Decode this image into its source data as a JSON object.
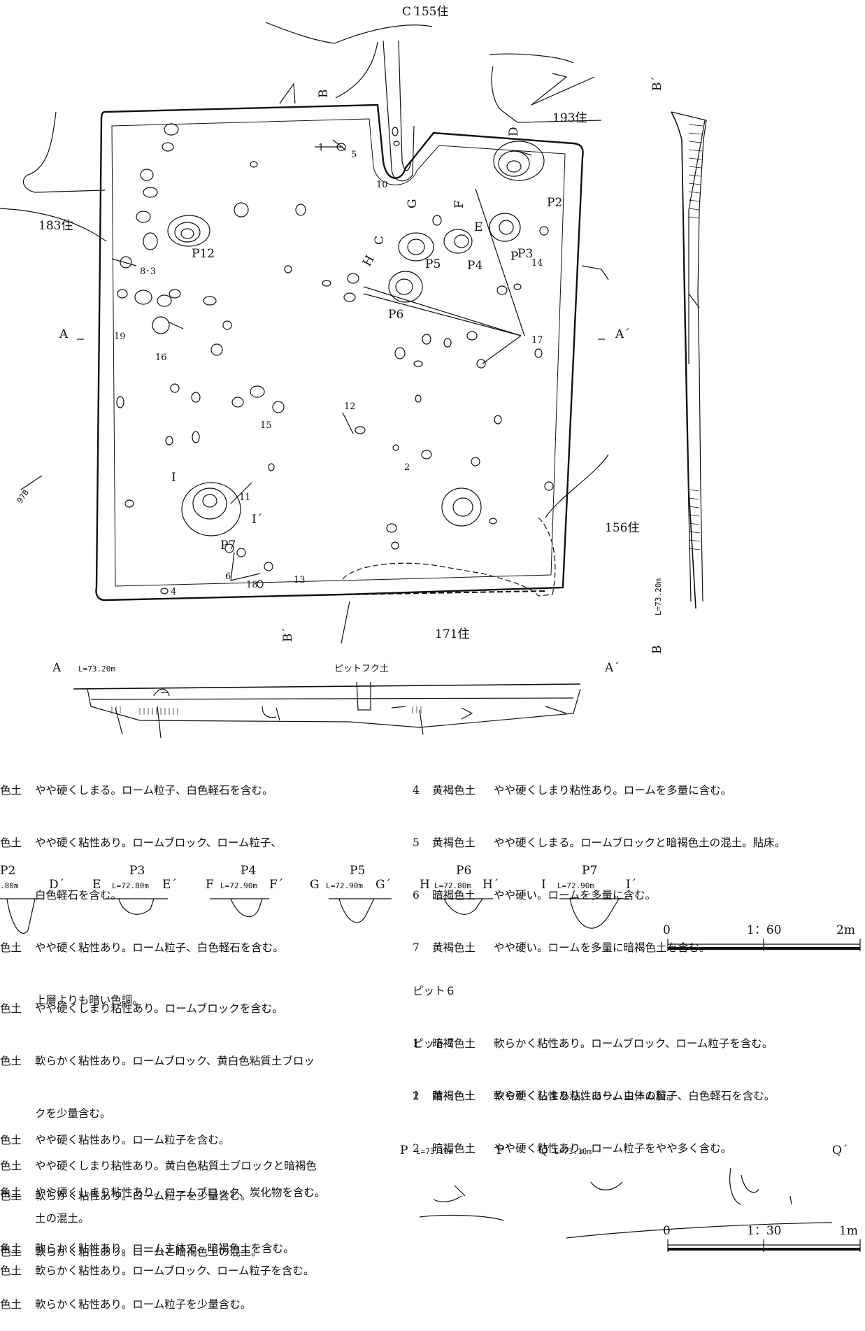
{
  "labels": {
    "c_top": "C´",
    "house_155": "155住",
    "house_193": "193住",
    "house_183": "183住",
    "house_156": "156住",
    "house_171": "171住",
    "sec_a": "A",
    "sec_a2": "A´",
    "sec_b": "B",
    "sec_b2": "B´",
    "sec_b_side": "B´",
    "sec_b_bottom": "B",
    "pit_p2": "P2",
    "pit_p3": "P3",
    "pit_p4": "P4",
    "pit_p5": "P5",
    "pit_p6": "P6",
    "pit_p7": "P7",
    "pit_p12": "P12",
    "l_d": "D",
    "l_e": "E",
    "l_f": "F",
    "l_g": "G",
    "l_h": "H",
    "l_i": "I",
    "l_i2": "I´",
    "l_c": "C",
    "l_p": "P",
    "l_978": "97B",
    "n_1": "1",
    "n_5": "5",
    "n_10": "10",
    "n_8_3": "8･3",
    "n_19": "19",
    "n_16": "16",
    "n_14": "14",
    "n_17": "17",
    "n_12": "12",
    "n_15": "15",
    "n_2": "2",
    "n_11": "11",
    "n_6": "6",
    "n_18": "18",
    "n_13": "13",
    "n_4": "4"
  },
  "section_a": {
    "left": "A",
    "elev": "L=73.20m",
    "title": "ピットフク土",
    "right": "A´"
  },
  "section_b": {
    "elev": "L=73.20m"
  },
  "legend_main_left": [
    {
      "cat": "色土",
      "text": "やや硬くしまる。ローム粒子、白色軽石を含む。"
    },
    {
      "cat": "色土",
      "text": "やや硬く粘性あり。ロームブロック、ローム粒子、"
    },
    {
      "cat": "",
      "text": "白色軽石を含む。"
    },
    {
      "cat": "色土",
      "text": "やや硬く粘性あり。ローム粒子、白色軽石を含む。"
    },
    {
      "cat": "",
      "text": "上層よりも暗い色調。"
    }
  ],
  "legend_main_right": [
    {
      "n": "4",
      "cat": "黄褐色土",
      "text": "やや硬くしまり粘性あり。ロームを多量に含む。"
    },
    {
      "n": "5",
      "cat": "黄褐色土",
      "text": "やや硬くしまる。ロームブロックと暗褐色土の混土。貼床。"
    },
    {
      "n": "6",
      "cat": "暗褐色土",
      "text": "やや硬い。ロームを多量に含む。"
    },
    {
      "n": "7",
      "cat": "黄褐色土",
      "text": "やや硬い。ロームを多量に暗褐色土を含む。"
    }
  ],
  "pit_sections": [
    {
      "name": "P2",
      "left": "",
      "elev": ".80m",
      "right": "D´"
    },
    {
      "name": "P3",
      "left": "E",
      "elev": "L=72.80m",
      "right": "E´"
    },
    {
      "name": "P4",
      "left": "F",
      "elev": "L=72.90m",
      "right": "F´"
    },
    {
      "name": "P5",
      "left": "G",
      "elev": "L=72.90m",
      "right": "G´"
    },
    {
      "name": "P6",
      "left": "H",
      "elev": "L=72.80m",
      "right": "H´"
    },
    {
      "name": "P7",
      "left": "I",
      "elev": "L=72.90m",
      "right": "I´"
    }
  ],
  "scale_60": {
    "zero": "0",
    "ratio": "1：60",
    "end": "2m"
  },
  "scale_30": {
    "zero": "0",
    "ratio": "1：30",
    "end": "1m"
  },
  "legend_pits_left": [
    {
      "cat": "色土",
      "text": "やや硬くしまり粘性あり。ロームブロックを含む。"
    },
    {
      "cat": "色土",
      "text": "軟らかく粘性あり。ロームブロック、黄白色粘質土ブロッ"
    },
    {
      "cat": "",
      "text": "クを少量含む。"
    },
    {
      "cat": "色土",
      "text": "やや硬くしまり粘性あり。黄白色粘質土ブロックと暗褐色"
    },
    {
      "cat": "",
      "text": "土の混土。"
    },
    {
      "cat": "色土",
      "text": "軟らかく粘性あり。ロームブロック、ローム粒子を含む。"
    }
  ],
  "legend_pits_left2": [
    {
      "cat": "色土",
      "text": "やや硬く粘性あり。ローム粒子を含む。"
    },
    {
      "cat": "色土",
      "text": "やや硬くしまり粘性あり。ロームブロック、炭化物を含む。"
    }
  ],
  "legend_pits_left3": [
    {
      "cat": "色土",
      "text": "軟らかく粘性あり。ローム粒子を少量含む。"
    },
    {
      "cat": "色土",
      "text": "軟らかく粘性あり。ローム主体で、暗褐色土を含む。"
    }
  ],
  "legend_pits_left4": [
    {
      "cat": "色土",
      "text": "軟らかく粘性あり。ロームと暗褐色土の混土。"
    },
    {
      "cat": "色土",
      "text": "軟らかく粘性あり。ローム粒子を少量含む。"
    }
  ],
  "pit6": {
    "title": "ピット６",
    "rows": [
      {
        "n": "1",
        "cat": "暗褐色土",
        "text": "軟らかく粘性あり。ロームブロック、ローム粒子を含む。"
      },
      {
        "n": "2",
        "cat": "黄褐色土",
        "text": "軟らかく粘性あり。ローム主体の層。"
      }
    ]
  },
  "pit7": {
    "title": "ピット７",
    "rows": [
      {
        "n": "1",
        "cat": "暗褐色土",
        "text": "やや硬くしまり粘性あり。ローム粒子、白色軽石を含む。"
      },
      {
        "n": "2",
        "cat": "暗褐色土",
        "text": "やや硬く粘性あり。ローム粒子をやや多く含む。"
      }
    ]
  },
  "section_pq": {
    "p": "P",
    "p_elev": "L=73.10m",
    "p2": "P´",
    "q": "Q",
    "q_elev": "L=73.10m",
    "q2": "Q´"
  }
}
